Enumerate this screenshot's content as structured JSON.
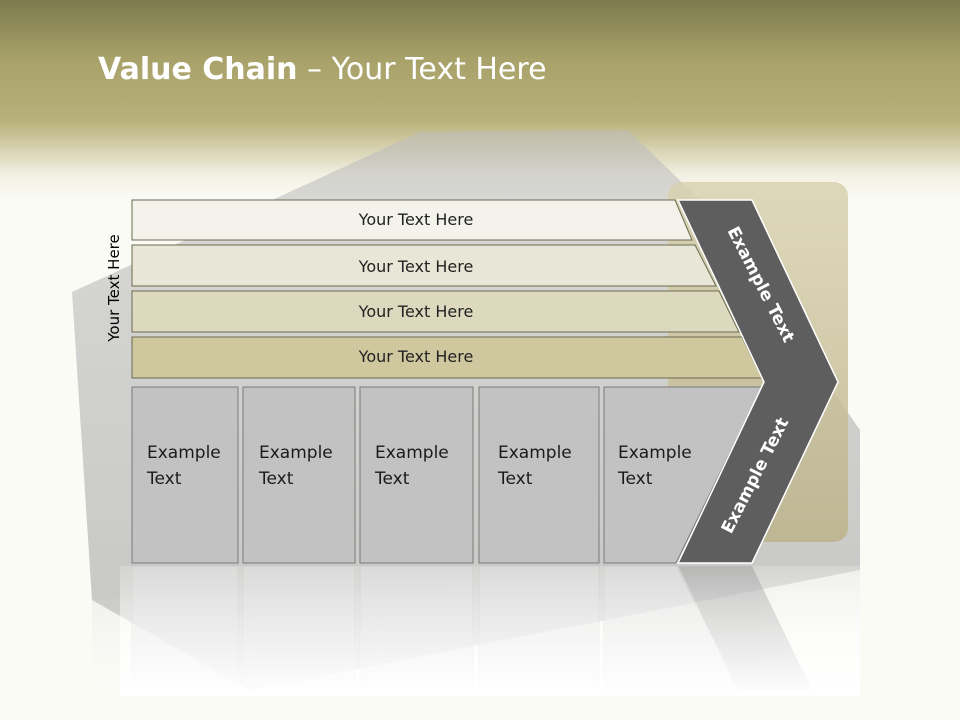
{
  "title": {
    "bold": "Value Chain",
    "rest": " – Your Text Here"
  },
  "side_label": "Your Text Here",
  "bars": [
    {
      "label": "Your Text Here",
      "fill": "#f3f3ec"
    },
    {
      "label": "Your Text Here",
      "fill": "#e8e6d6"
    },
    {
      "label": "Your Text Here",
      "fill": "#ddd9be"
    },
    {
      "label": "Your Text Here",
      "fill": "#cfc79e"
    }
  ],
  "columns": [
    {
      "line1": "Example",
      "line2": "Text"
    },
    {
      "line1": "Example",
      "line2": "Text"
    },
    {
      "line1": "Example",
      "line2": "Text"
    },
    {
      "line1": "Example",
      "line2": "Text"
    },
    {
      "line1": "Example",
      "line2": "Text"
    }
  ],
  "arrow": {
    "upper_label": "Example Text",
    "lower_label": "Example Text",
    "fill": "#5e5e5e"
  },
  "colors": {
    "header": "#a8a26a",
    "column_fill": "#c2c2c2",
    "bar_stroke": "#6b6b50"
  }
}
